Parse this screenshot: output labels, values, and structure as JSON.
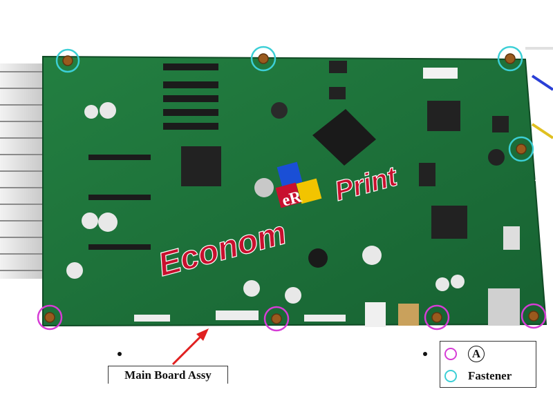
{
  "caption": {
    "label": "Main Board Assy"
  },
  "legend": {
    "a_label": "A",
    "fastener_label": "Fastener",
    "a_color": "#d63cd6",
    "fastener_color": "#3ccfd6"
  },
  "watermark": {
    "text_left": "Econom",
    "text_right": "Print",
    "badge": "eR"
  },
  "colors": {
    "pcb": "#1f7a3c",
    "heatsink": "#d9d9d9",
    "arrow": "#e02020",
    "watermark": "#c8102e"
  }
}
